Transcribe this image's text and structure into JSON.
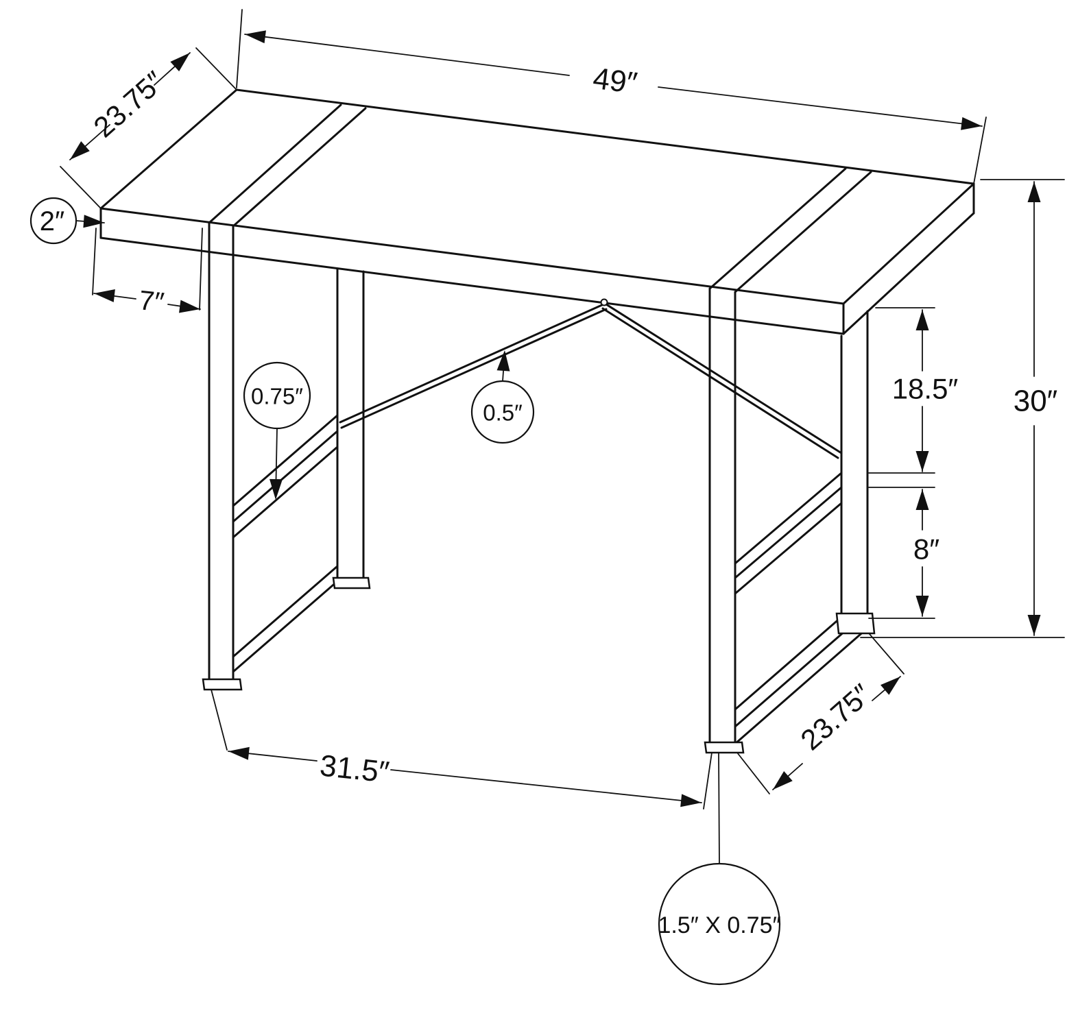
{
  "diagram": {
    "background": "#ffffff",
    "line_color": "#111111",
    "labels": {
      "top_depth": "23.75″",
      "top_width": "49″",
      "top_thickness": "2″",
      "leg_inset": "7″",
      "shelf_thickness": "0.75″",
      "rod_thickness": "0.5″",
      "upper_clearance": "18.5″",
      "total_height": "30″",
      "lower_clearance": "8″",
      "leg_span": "31.5″",
      "leg_depth": "23.75″",
      "leg_profile": "1.5″ X 0.75″"
    }
  }
}
